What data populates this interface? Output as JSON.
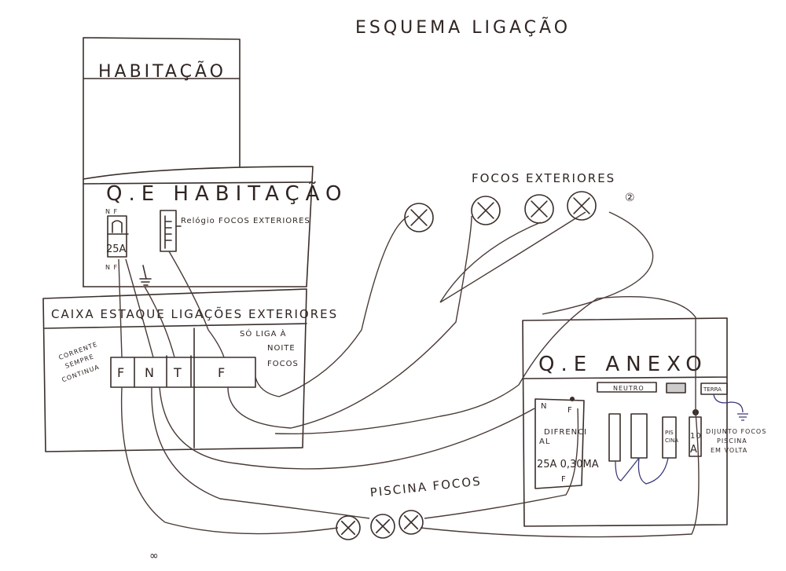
{
  "title": "ESQUEMA LIGAÇÃO",
  "habitacao": {
    "label": "HABITAÇÃO"
  },
  "qe_habitacao": {
    "label": "Q.E HABITAÇÃO",
    "breaker_top": "N F",
    "breaker_rating": "25A",
    "breaker_bottom": "N F",
    "timer_label": "Relógio FOCOS EXTERIORES"
  },
  "caixa": {
    "label": "CAIXA ESTAQUE LIGAÇÕES EXTERIORES",
    "left_note": [
      "CORRENTE",
      "SEMPRE",
      "CONTINUA"
    ],
    "right_note": [
      "SÓ LIGA À",
      "NOITE",
      "FOCOS"
    ],
    "terminals": [
      "F",
      "N",
      "T",
      "F"
    ]
  },
  "focos_exteriores": {
    "label": "FOCOS EXTERIORES",
    "note": "②",
    "count": 4
  },
  "qe_anexo": {
    "label": "Q.E ANEXO",
    "neutro": "NEUTRO",
    "terra": "TERRA",
    "diferencial": {
      "top": [
        "N",
        "F"
      ],
      "label": [
        "DIFRENCI",
        "AL"
      ],
      "rating": "25A 0,30MA",
      "bottom": "F"
    },
    "piscina_breaker": [
      "PIS",
      "CINA"
    ],
    "focos_breaker": [
      "10",
      "A"
    ],
    "note": [
      "DIJUNTO FOCOS",
      "PISCINA",
      "EM VOLTA"
    ]
  },
  "piscina_focos": {
    "label": "PISCINA FOCOS",
    "count": 3
  },
  "footer_mark": "∞"
}
